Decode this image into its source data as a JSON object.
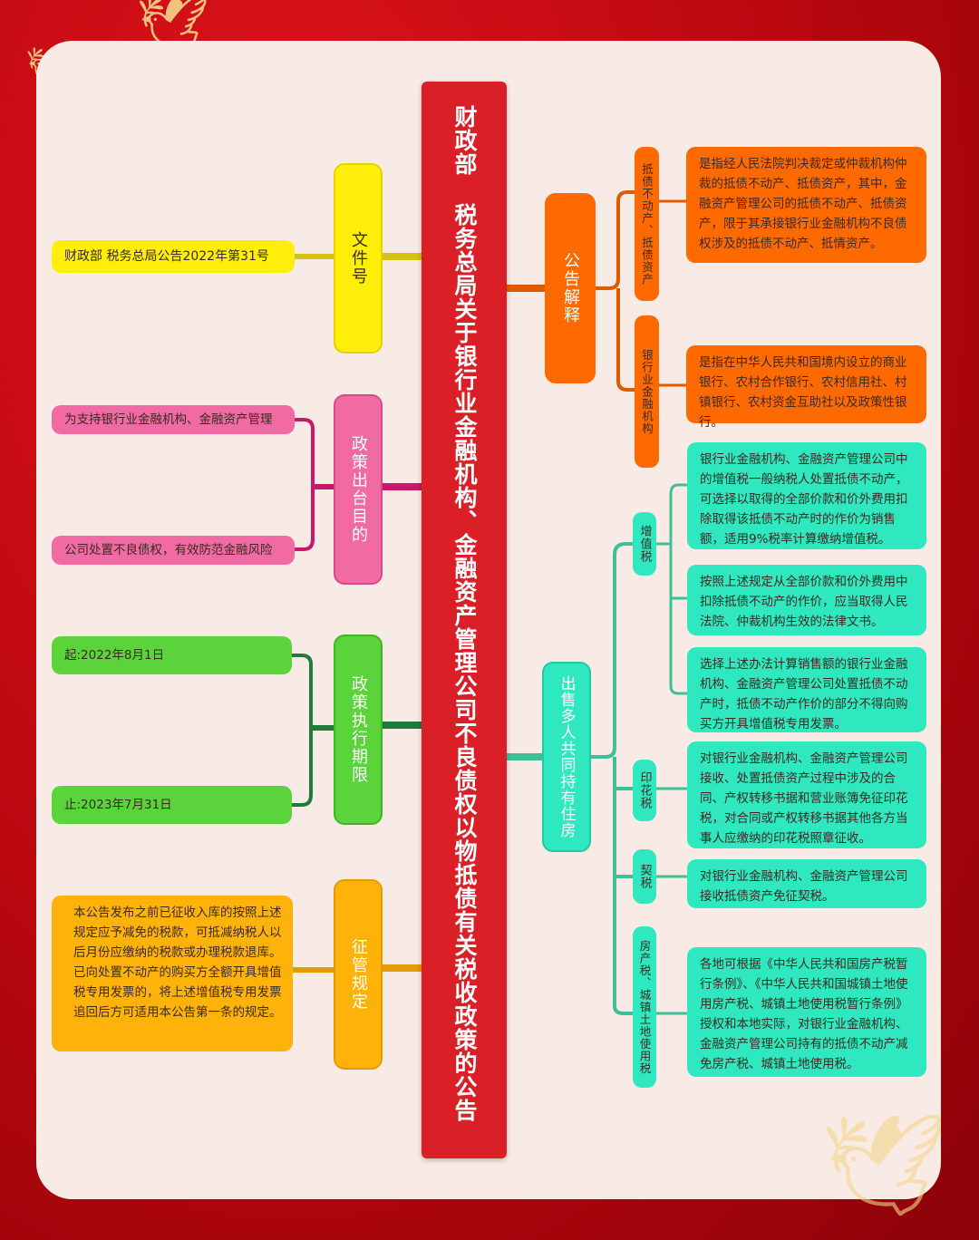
{
  "title": "财政部 税务总局关于银行业金融机构、金融资产管理公司不良债权以物抵债有关税收政策的公告",
  "colors": {
    "background": "#c40a12",
    "card": "#f8ebe6",
    "title_bar": "#db1f27",
    "yellow": "#ffee0a",
    "pink": "#f26aa4",
    "green": "#5bd43c",
    "amber": "#ffb30a",
    "orange": "#ff6a00",
    "teal": "#2fe8c0"
  },
  "left": {
    "doc_number": {
      "label": "文件号",
      "value": "财政部 税务总局公告2022年第31号"
    },
    "purpose": {
      "label": "政策出台目的",
      "line1": "为支持银行业金融机构、金融资产管理",
      "line2": "公司处置不良债权，有效防范金融风险"
    },
    "period": {
      "label": "政策执行期限",
      "start": "起:2022年8月1日",
      "end": "止:2023年7月31日"
    },
    "admin": {
      "label": "征管规定",
      "text": "本公告发布之前已征收入库的按照上述规定应予减免的税款，可抵减纳税人以后月份应缴纳的税款或办理税款退库。已向处置不动产的购买方全额开具增值税专用发票的，将上述增值税专用发票追回后方可适用本公告第一条的规定。"
    }
  },
  "right": {
    "explanation": {
      "label": "公告解释",
      "items": [
        {
          "label": "抵债不动产、抵债资产",
          "text": "是指经人民法院判决裁定或仲裁机构仲裁的抵债不动产、抵债资产，其中，金融资产管理公司的抵债不动产、抵债资产，限于其承接银行业金融机构不良债权涉及的抵债不动产、抵情资产。"
        },
        {
          "label": "银行业金融机构",
          "text": "是指在中华人民共和国境内设立的商业银行、农村合作银行、农村信用社、村镇银行、农村资金互助社以及政策性银行。"
        }
      ]
    },
    "housing": {
      "label": "出售多人共同持有住房",
      "vat": {
        "label": "增值税",
        "texts": [
          "银行业金融机构、金融资产管理公司中的增值税一般纳税人处置抵债不动产，可选择以取得的全部价款和价外费用扣除取得该抵债不动产时的作价为销售额，适用9%税率计算缴纳增值税。",
          "按照上述规定从全部价款和价外费用中扣除抵债不动产的作价，应当取得人民法院、仲裁机构生效的法律文书。",
          "选择上述办法计算销售额的银行业金融机构、金融资产管理公司处置抵债不动产时，抵债不动产作价的部分不得向购买方开具增值税专用发票。"
        ]
      },
      "stamp": {
        "label": "印花税",
        "text": "对银行业金融机构、金融资产管理公司接收、处置抵债资产过程中涉及的合同、产权转移书据和营业账簿免征印花税，对合同或产权转移书据其他各方当事人应缴纳的印花税照章征收。"
      },
      "deed": {
        "label": "契税",
        "text": "对银行业金融机构、金融资产管理公司接收抵债资产免征契税。"
      },
      "property": {
        "label": "房产税、城镇土地使用税",
        "text": "各地可根据《中华人民共和国房产税暂行条例》、《中华人民共和国城镇土地使用房产税、城镇土地使用税暂行条例》授权和本地实际，对银行业金融机构、金融资产管理公司持有的抵债不动产减免房产税、城镇土地使用税。"
      }
    }
  }
}
